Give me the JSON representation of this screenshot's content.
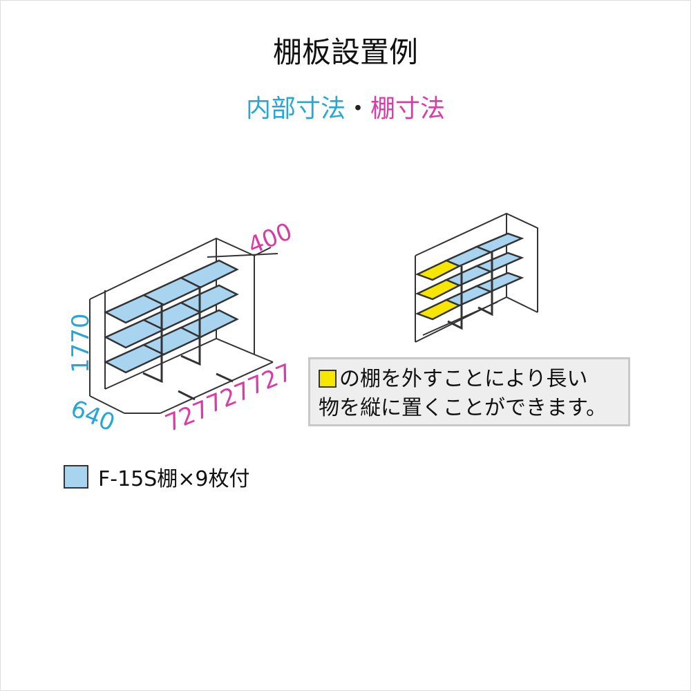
{
  "title": "棚板設置例",
  "subtitle": {
    "part1": "内部寸法",
    "separator": "・",
    "part2": "棚寸法"
  },
  "dimensions": {
    "height": "1770",
    "depth": "640",
    "shelf_depth": "400",
    "widths": [
      "727",
      "727",
      "727"
    ]
  },
  "note": {
    "line1": "の棚を外すことにより長い",
    "line2": "物を縦に置くことができます。"
  },
  "legend": {
    "label": "F-15S棚×9枚付"
  },
  "colors": {
    "shelf": "#a8d4f0",
    "removable": "#f7e600",
    "cyan": "#29a6d6",
    "magenta": "#d83ca5"
  }
}
